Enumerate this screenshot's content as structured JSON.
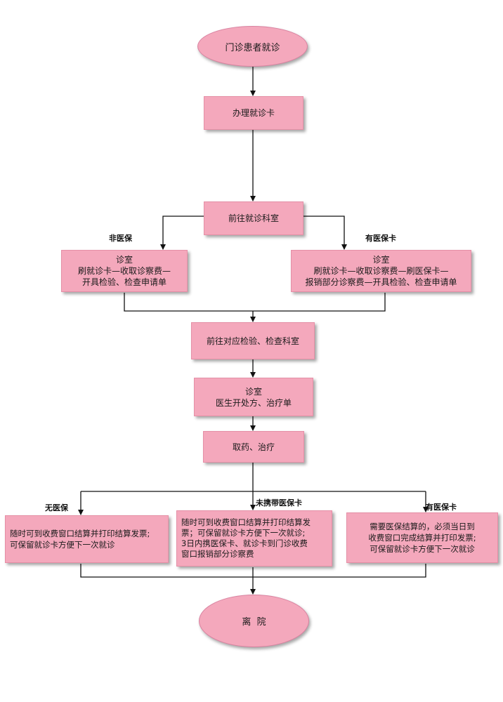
{
  "nodes": {
    "start": "门诊患者就诊",
    "card": "办理就诊卡",
    "dept": "前往就诊科室",
    "room_left": [
      "诊室",
      "刷就诊卡—收取诊察费—",
      "开具检验、检查申请单"
    ],
    "room_right": [
      "诊室",
      "刷就诊卡—收取诊察费—刷医保卡—",
      "报销部分诊察费—开具检验、检查申请单"
    ],
    "exam": "前往对应检验、检查科室",
    "doctor": [
      "诊室",
      "医生开处方、治疗单"
    ],
    "medicine": "取药、治疗",
    "pay_none": [
      "随时可到收费窗口结算并打印结算发票;",
      "可保留就诊卡方便下一次就诊"
    ],
    "pay_unbrought": [
      "随时可到收费窗口结算并打印结算发",
      "票；可保留就诊卡方便下一次就诊;",
      "3日内携医保卡、就诊卡到门诊收费",
      "窗口报销部分诊察费"
    ],
    "pay_card": [
      "需要医保结算的，必须当日到",
      "收费窗口完成结算并打印发票;",
      "可保留就诊卡方便下一次就诊"
    ],
    "end": "离  院"
  },
  "labels": {
    "non_insurance": "非医保",
    "has_card_top": "有医保卡",
    "no_insurance": "无医保",
    "no_card": "未携带医保卡",
    "has_card_bottom": "有医保卡"
  }
}
